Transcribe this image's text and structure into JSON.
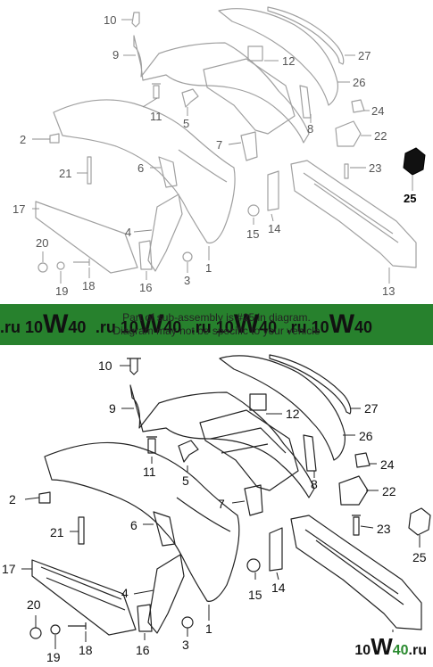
{
  "callouts": [
    "1",
    "2",
    "3",
    "4",
    "5",
    "6",
    "7",
    "8",
    "9",
    "10",
    "11",
    "12",
    "13",
    "14",
    "15",
    "16",
    "17",
    "18",
    "19",
    "20",
    "21",
    "22",
    "23",
    "24",
    "25",
    "26",
    "27"
  ],
  "selected_callout": "25",
  "banner": {
    "note_line1": "Part of sub-assembly is #25 in diagram.",
    "note_line2": "Diagram may not be specific to your vehicle",
    "watermark_prefix": ".ru",
    "watermark_mid": "10",
    "watermark_w": "W",
    "watermark_suffix": "40"
  },
  "corner_watermark": {
    "prefix": "10",
    "w": "W",
    "suffix": "40",
    "tld": ".ru"
  },
  "colors": {
    "banner_bg": "#27812d",
    "line_gray": "#9a9a9a",
    "line_dark": "#222222"
  }
}
